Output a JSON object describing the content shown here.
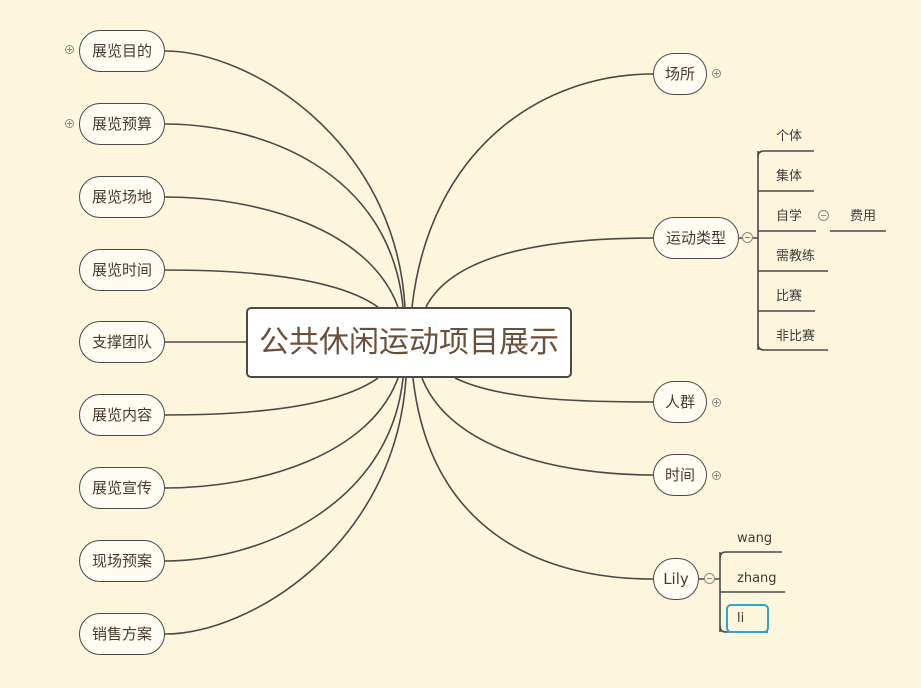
{
  "central_topic": "公共休闲运动项目展示",
  "left_branches": [
    "展览目的",
    "展览预算",
    "展览场地",
    "展览时间",
    "支撑团队",
    "展览内容",
    "展览宣传",
    "现场预案",
    "销售方案"
  ],
  "right_branches": {
    "venue": "场所",
    "sport_type": {
      "label": "运动类型",
      "children": [
        "个体",
        "集体",
        "自学",
        "需教练",
        "比赛",
        "非比赛"
      ],
      "self_study_child": "费用"
    },
    "crowd": "人群",
    "time": "时间",
    "lily": {
      "label": "Lily",
      "children": [
        "wang",
        "zhang",
        "li"
      ]
    }
  },
  "colors": {
    "background": "#fdf5dc",
    "line": "#4a4a4a",
    "selection": "#2aa5d8"
  }
}
